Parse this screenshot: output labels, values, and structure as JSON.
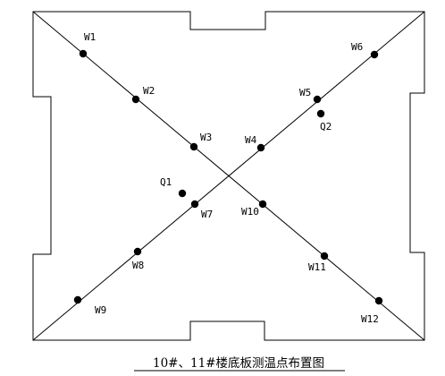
{
  "caption": "10#、11#楼底板测温点布置图",
  "points": [
    {
      "id": "W1",
      "kind": "measure"
    },
    {
      "id": "W2",
      "kind": "measure"
    },
    {
      "id": "W3",
      "kind": "measure"
    },
    {
      "id": "W4",
      "kind": "measure"
    },
    {
      "id": "W5",
      "kind": "measure"
    },
    {
      "id": "W6",
      "kind": "measure"
    },
    {
      "id": "W7",
      "kind": "measure"
    },
    {
      "id": "W8",
      "kind": "measure"
    },
    {
      "id": "W9",
      "kind": "measure"
    },
    {
      "id": "W10",
      "kind": "measure"
    },
    {
      "id": "W11",
      "kind": "measure"
    },
    {
      "id": "W12",
      "kind": "measure"
    },
    {
      "id": "Q1",
      "kind": "ambient"
    },
    {
      "id": "Q2",
      "kind": "ambient"
    }
  ]
}
